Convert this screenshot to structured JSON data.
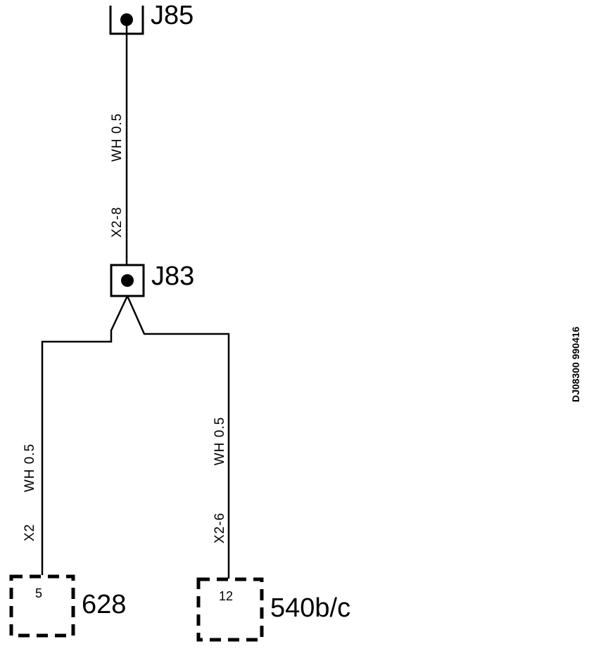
{
  "connectors": {
    "j85": "J85",
    "j83": "J83"
  },
  "components": {
    "c628": {
      "label": "628",
      "pin": "5"
    },
    "c540": {
      "label": "540b/c",
      "pin": "12"
    }
  },
  "wires": {
    "top": {
      "spec": "WH 0.5",
      "id": "X2-8"
    },
    "left": {
      "spec": "WH 0.5",
      "id": "X2"
    },
    "right": {
      "spec": "WH 0.5",
      "id": "X2-6"
    }
  },
  "doc_ref": "DJ08300 990416",
  "colors": {
    "line": "#000000",
    "background": "#ffffff"
  }
}
